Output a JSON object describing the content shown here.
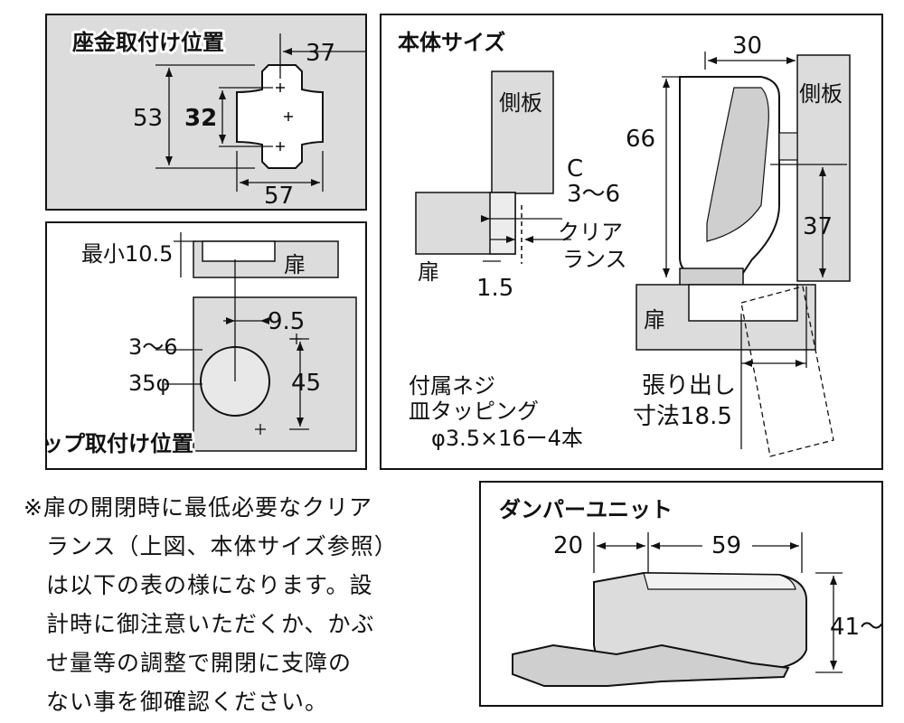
{
  "plate_panel": {
    "title": "座金取付け位置",
    "dim_37": "37",
    "dim_53": "53",
    "dim_32": "32",
    "dim_57": "57"
  },
  "cup_panel": {
    "title": "カップ取付け位置",
    "min_label": "最小10.5",
    "door_label": "扉",
    "dim_9_5": "9.5",
    "dim_3_6": "3〜6",
    "dim_35": "35φ",
    "dim_45": "45"
  },
  "body_panel": {
    "title": "本体サイズ",
    "side_label_1": "側板",
    "side_label_2": "側板",
    "c_label": "C",
    "c_range": "3〜6",
    "clear_1": "クリア",
    "clear_2": "ランス",
    "door_1": "扉",
    "door_2": "扉",
    "dim_1_5": "1.5",
    "dim_30": "30",
    "dim_66": "66",
    "dim_37": "37",
    "overhang_1": "張り出し",
    "overhang_2": "寸法18.5",
    "screw_1": "付属ネジ",
    "screw_2": "皿タッピング",
    "screw_3": "φ3.5×16ー4本"
  },
  "damper_panel": {
    "title": "ダンパーユニット",
    "dim_20": "20",
    "dim_59": "59",
    "dim_41": "41〜"
  },
  "note": {
    "lines": [
      "※扉の開閉時に最低必要なクリア",
      "ランス（上図、本体サイズ参照）",
      "は以下の表の様になります。設",
      "計時に御注意いただくか、かぶ",
      "せ量等の調整で開閉に支障の",
      "ない事を御確認ください。"
    ]
  }
}
